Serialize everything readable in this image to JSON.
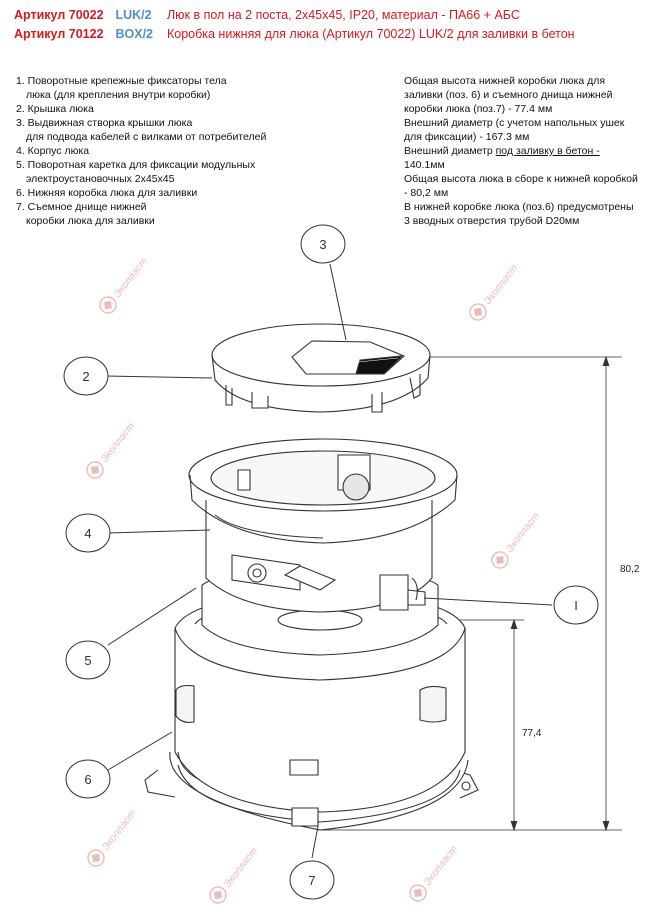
{
  "header": {
    "rows": [
      {
        "article": "Артикул 70022",
        "code": "LUK/2",
        "desc": "Люк в пол на 2 поста, 2х45х45, IP20, материал - ПА66 + АБС"
      },
      {
        "article": "Артикул 70122",
        "code": "BOX/2",
        "desc": "Коробка нижняя для люка (Артикул 70022) LUK/2  для заливки в бетон"
      }
    ]
  },
  "legend": {
    "items": [
      "1. Поворотные крепежные фиксаторы тела",
      "люка (для крепления внутри коробки)",
      "2. Крышка люка",
      "3. Выдвижная створка крышки люка",
      "для подвода кабелей с вилками от потребителей",
      "4. Корпус люка",
      "5. Поворотная  каретка для фиксации модульных",
      "электроустановочных  2х45х45",
      "6. Нижняя коробка люка для заливки",
      "7. Съемное днище нижней",
      "коробки люка для заливки"
    ]
  },
  "notes": {
    "p1": "Общая высота нижней коробки люка для заливки (поз. 6) и съемного днища нижней коробки люка (поз.7)  - 77.4 мм",
    "p2": "Внешний диаметр (с учетом напольных ушек для фиксации) - 167.3 мм",
    "p3_pre": "Внешний диаметр ",
    "p3_u": "под заливку в бетон -",
    "p3_post": " 140.1мм",
    "p4": "Общая высота люка в сборе к нижней коробкой - 80,2 мм",
    "p5": "В нижней коробке люка (поз.6) предусмотрены 3 вводных отверстия трубой D20мм"
  },
  "callouts": {
    "c1": "I",
    "c2": "2",
    "c3": "3",
    "c4": "4",
    "c5": "5",
    "c6": "6",
    "c7": "7"
  },
  "dimensions": {
    "total_height": "80,2",
    "box_height": "77,4"
  },
  "watermark": {
    "text": "Экопласт"
  },
  "colors": {
    "red": "#d8191f",
    "blue": "#4e8fd1",
    "watermark": "#e8a9a9"
  }
}
